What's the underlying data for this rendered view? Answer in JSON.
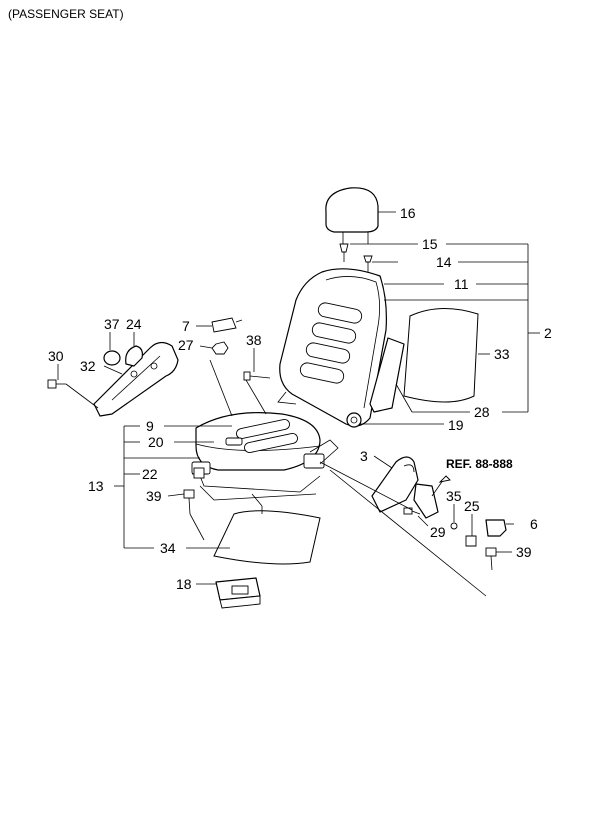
{
  "caption": "(PASSENGER SEAT)",
  "reference_label": "REF. 88-888",
  "callouts": {
    "c2": "2",
    "c3": "3",
    "c6": "6",
    "c7": "7",
    "c9": "9",
    "c11": "11",
    "c13": "13",
    "c14": "14",
    "c15": "15",
    "c16": "16",
    "c18": "18",
    "c19": "19",
    "c20": "20",
    "c22": "22",
    "c24": "24",
    "c25": "25",
    "c27": "27",
    "c28": "28",
    "c29": "29",
    "c30": "30",
    "c32": "32",
    "c33": "33",
    "c34": "34",
    "c35": "35",
    "c37": "37",
    "c38": "38",
    "c39a": "39",
    "c39b": "39"
  }
}
